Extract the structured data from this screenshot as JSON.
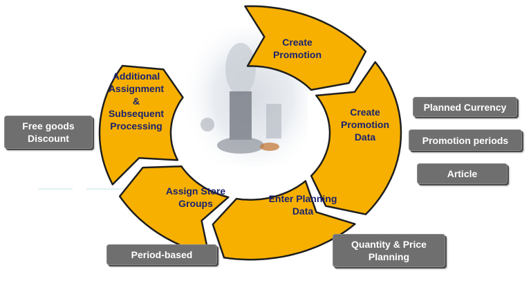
{
  "cycle": {
    "segments": [
      {
        "lines": [
          "Create",
          "Promotion"
        ]
      },
      {
        "lines": [
          "Create",
          "Promotion",
          "Data"
        ]
      },
      {
        "lines": [
          "Enter Planning",
          "Data"
        ]
      },
      {
        "lines": [
          "Assign Store",
          "Groups"
        ]
      },
      {
        "lines": [
          "Additional",
          "Assignment",
          "&",
          "Subsequent",
          "Processing"
        ]
      }
    ],
    "colors": {
      "fill": "#f7b000",
      "outline": "#1e1e1e",
      "text": "#1a2270"
    }
  },
  "tags": {
    "free_goods": "Free goods\nDiscount",
    "planned_currency": "Planned Currency",
    "promotion_periods": "Promotion periods",
    "article": "Article",
    "period_based": "Period-based",
    "quantity_price": "Quantity & Price\nPlanning"
  },
  "tag_color": "#6f6f6f"
}
